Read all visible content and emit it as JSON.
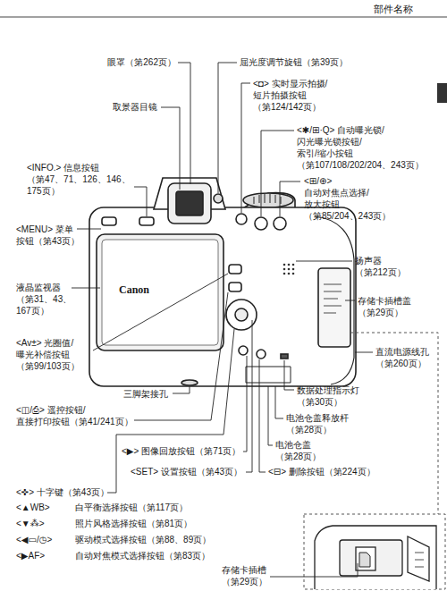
{
  "diagram": {
    "title": "部件名称",
    "labels": [
      "眼罩（第262页）",
      "屈光度调节旋钮（第39页）",
      "<◘> 实时显示拍摄/ 短片拍摄按钮 （第124/142页）",
      "取景器目镜",
      "<✱/⊞·Q> 自动曝光锁/ 闪光曝光锁按钮/ 索引/缩小按钮 （第107/108/202/204、243页）",
      "<⊞/⊕> 自动对焦点选择/ 放大按钮 （第85/204、243页）",
      "<INFO.> 信息按钮 （第47、71、126、146、 175页）",
      "<MENU> 菜单 按钮（第43页）",
      "扬声器 （第212页）",
      "存储卡插槽盖 （第29页）",
      "液晶监视器 （第31、43、 167页）",
      "Canon",
      "<Av±> 光圈值/ 曝光补偿按钮 （第99/103页）",
      "直流电源线孔 （第260页）",
      "三脚架接孔",
      "数据处理指示灯 （第30页）",
      "<◫/⎙> 遥控按钮/ 直接打印按钮（第41/241页）",
      "电池仓盖释放杆 （第28页）",
      "电池仓盖 （第28页）",
      "<▶> 图像回放按钮（第71页）",
      "<SET> 设置按钮（第43页）",
      "<⊟> 删除按钮（第224页）",
      "<✜> 十字键（第43页）",
      "<▲WB>",
      "白平衡选择按钮（第117页）",
      "<▼⁂>",
      "照片风格选择按钮（第81页）",
      "<◀▭/◷>",
      "驱动模式选择按钮（第88、89页）",
      "<▶AF>",
      "自动对焦模式选择按钮（第83页）",
      "存储卡插槽 （第29页）"
    ]
  }
}
